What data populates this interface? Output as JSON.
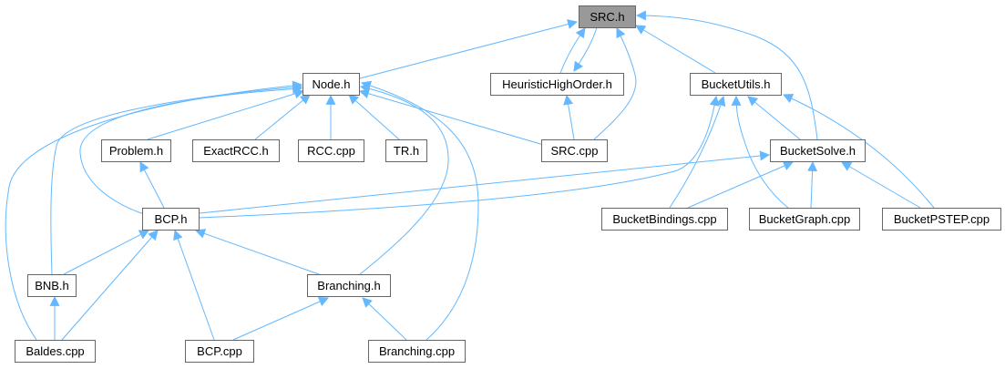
{
  "diagram": {
    "type": "include-dependency-graph",
    "edge_color": "#63b8ff",
    "node_border_color": "#666666",
    "root_fill_color": "#999999",
    "nodes": [
      {
        "id": "src_h",
        "label": "SRC.h",
        "root": true
      },
      {
        "id": "node_h",
        "label": "Node.h"
      },
      {
        "id": "heuristic_h",
        "label": "HeuristicHighOrder.h"
      },
      {
        "id": "bucketutils_h",
        "label": "BucketUtils.h"
      },
      {
        "id": "problem_h",
        "label": "Problem.h"
      },
      {
        "id": "exactrcc_h",
        "label": "ExactRCC.h"
      },
      {
        "id": "rcc_cpp",
        "label": "RCC.cpp"
      },
      {
        "id": "tr_h",
        "label": "TR.h"
      },
      {
        "id": "src_cpp",
        "label": "SRC.cpp"
      },
      {
        "id": "bucketsolve_h",
        "label": "BucketSolve.h"
      },
      {
        "id": "bcp_h",
        "label": "BCP.h"
      },
      {
        "id": "bucketbindings_cpp",
        "label": "BucketBindings.cpp"
      },
      {
        "id": "bucketgraph_cpp",
        "label": "BucketGraph.cpp"
      },
      {
        "id": "bucketpstep_cpp",
        "label": "BucketPSTEP.cpp"
      },
      {
        "id": "bnb_h",
        "label": "BNB.h"
      },
      {
        "id": "branching_h",
        "label": "Branching.h"
      },
      {
        "id": "baldes_cpp",
        "label": "Baldes.cpp"
      },
      {
        "id": "bcp_cpp",
        "label": "BCP.cpp"
      },
      {
        "id": "branching_cpp",
        "label": "Branching.cpp"
      }
    ],
    "edges": [
      {
        "from": "node_h",
        "to": "src_h"
      },
      {
        "from": "heuristic_h",
        "to": "src_h"
      },
      {
        "from": "src_h",
        "to": "heuristic_h"
      },
      {
        "from": "bucketutils_h",
        "to": "src_h"
      },
      {
        "from": "bucketsolve_h",
        "to": "src_h"
      },
      {
        "from": "src_cpp",
        "to": "src_h"
      },
      {
        "from": "src_cpp",
        "to": "heuristic_h"
      },
      {
        "from": "problem_h",
        "to": "node_h"
      },
      {
        "from": "exactrcc_h",
        "to": "node_h"
      },
      {
        "from": "rcc_cpp",
        "to": "node_h"
      },
      {
        "from": "tr_h",
        "to": "node_h"
      },
      {
        "from": "src_cpp",
        "to": "node_h"
      },
      {
        "from": "bcp_h",
        "to": "node_h"
      },
      {
        "from": "bnb_h",
        "to": "node_h"
      },
      {
        "from": "baldes_cpp",
        "to": "node_h"
      },
      {
        "from": "branching_h",
        "to": "node_h"
      },
      {
        "from": "branching_cpp",
        "to": "node_h"
      },
      {
        "from": "bcp_h",
        "to": "problem_h"
      },
      {
        "from": "bucketsolve_h",
        "to": "bucketutils_h"
      },
      {
        "from": "bcp_h",
        "to": "bucketutils_h"
      },
      {
        "from": "bucketbindings_cpp",
        "to": "bucketutils_h"
      },
      {
        "from": "bucketgraph_cpp",
        "to": "bucketutils_h"
      },
      {
        "from": "bucketpstep_cpp",
        "to": "bucketutils_h"
      },
      {
        "from": "bcp_h",
        "to": "bucketsolve_h"
      },
      {
        "from": "bucketbindings_cpp",
        "to": "bucketsolve_h"
      },
      {
        "from": "bucketgraph_cpp",
        "to": "bucketsolve_h"
      },
      {
        "from": "bucketpstep_cpp",
        "to": "bucketsolve_h"
      },
      {
        "from": "bnb_h",
        "to": "bcp_h"
      },
      {
        "from": "baldes_cpp",
        "to": "bcp_h"
      },
      {
        "from": "bcp_cpp",
        "to": "bcp_h"
      },
      {
        "from": "branching_h",
        "to": "bcp_h"
      },
      {
        "from": "baldes_cpp",
        "to": "bnb_h"
      },
      {
        "from": "bcp_cpp",
        "to": "branching_h"
      },
      {
        "from": "branching_cpp",
        "to": "branching_h"
      }
    ]
  }
}
